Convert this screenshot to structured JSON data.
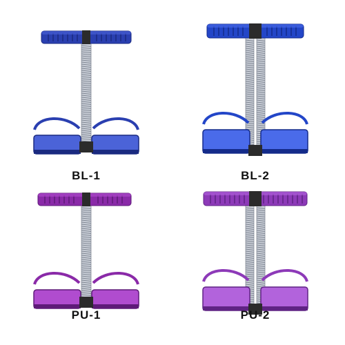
{
  "products": [
    {
      "label": "BL-1",
      "springs": 1,
      "color": "#2a3fb0",
      "color_light": "#4b63d8",
      "color_dark": "#1a2a80"
    },
    {
      "label": "BL-2",
      "springs": 2,
      "color": "#2346c8",
      "color_light": "#4a6bea",
      "color_dark": "#142b8a"
    },
    {
      "label": "PU-1",
      "springs": 1,
      "color": "#8a2aa8",
      "color_light": "#b04ccf",
      "color_dark": "#5e1a78"
    },
    {
      "label": "PU-2",
      "springs": 2,
      "color": "#8d3ab8",
      "color_light": "#b263dc",
      "color_dark": "#5f2384"
    }
  ]
}
